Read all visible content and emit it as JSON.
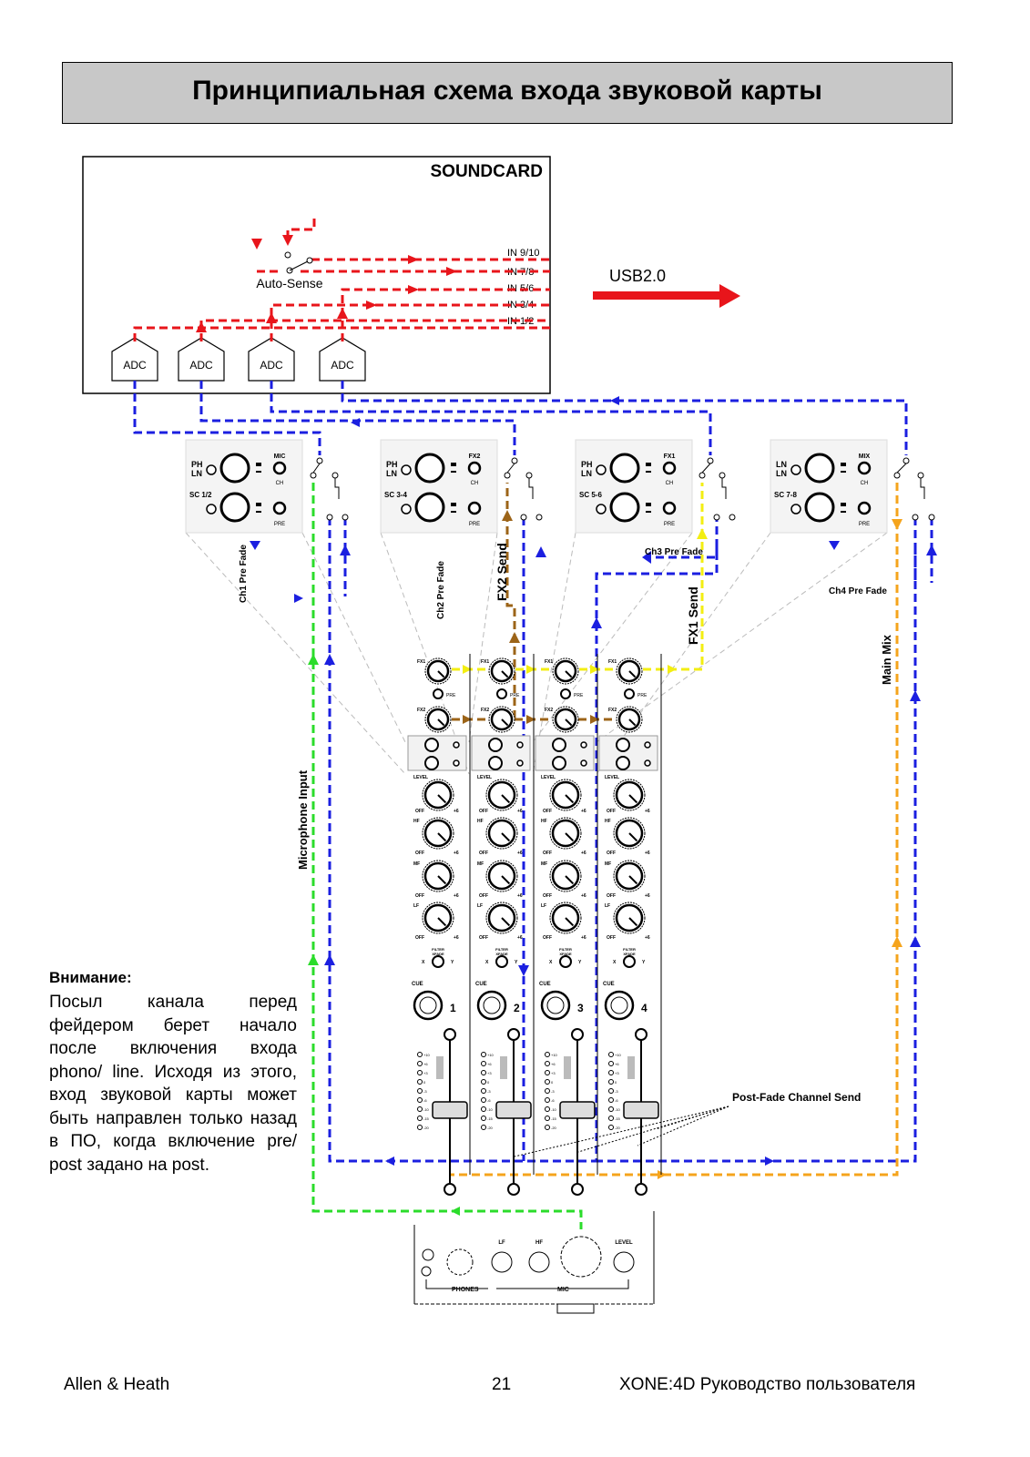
{
  "page_title": "Принципиальная схема входа звуковой карты",
  "soundcard": {
    "title": "SOUNDCARD",
    "inputs": [
      "IN 9/10",
      "IN 7/8",
      "IN 5/6",
      "IN 3/4",
      "IN 1/2"
    ],
    "auto_sense": "Auto-Sense",
    "adc_label": "ADC",
    "usb_label": "USB2.0"
  },
  "modules": [
    {
      "top1": "PH",
      "top2": "LN",
      "sc": "SC 1/2",
      "btn1_top": "MIC",
      "btn1_bot": "CH",
      "btn2_bot": "PRE"
    },
    {
      "top1": "PH",
      "top2": "LN",
      "sc": "SC 3-4",
      "btn1_top": "FX2",
      "btn1_bot": "CH",
      "btn2_bot": "PRE"
    },
    {
      "top1": "PH",
      "top2": "LN",
      "sc": "SC 5-6",
      "btn1_top": "FX1",
      "btn1_bot": "CH",
      "btn2_bot": "PRE"
    },
    {
      "top1": "LN",
      "top2": "LN",
      "sc": "SC 7-8",
      "btn1_top": "MIX",
      "btn1_bot": "CH",
      "btn2_bot": "PRE"
    }
  ],
  "signal_labels": {
    "ch1_pre_fade": "Ch1 Pre Fade",
    "ch2_pre_fade": "Ch2 Pre Fade",
    "fx2_send": "FX2 Send",
    "ch3_pre_fade": "Ch3 Pre Fade",
    "fx1_send": "FX1 Send",
    "ch4_pre_fade": "Ch4 Pre Fade",
    "main_mix": "Main Mix",
    "microphone_input": "Microphone Input",
    "post_fade_send": "Post-Fade Channel Send"
  },
  "strip": {
    "fx1": "FX1",
    "fx2": "FX2",
    "pre": "PRE",
    "level": "LEVEL",
    "hf": "HF",
    "mf": "MF",
    "lf": "LF",
    "off": "OFF",
    "plus6": "+6",
    "filter": "FILTER",
    "xfade": "XFADE",
    "x": "X",
    "y": "Y",
    "cue": "CUE",
    "meter_labels": [
      "+10",
      "+6",
      "+3",
      "0",
      "-3",
      "-6",
      "-10",
      "-15",
      "-20"
    ],
    "channels": [
      "1",
      "2",
      "3",
      "4"
    ]
  },
  "mic_panel": {
    "phones": "PHONES",
    "mic": "MIC",
    "lf": "LF",
    "hf": "HF",
    "level": "LEVEL"
  },
  "colors": {
    "red": "#e8151b",
    "blue": "#1b1fe0",
    "green": "#2bdc2b",
    "brown": "#9c6418",
    "yellow": "#f3ee12",
    "orange": "#f5a41c"
  },
  "note": {
    "heading": "Внимание:",
    "text": "Посыл канала перед фейдером берет начало после включения входа phono/ line. Исходя из этого, вход звуковой карты может быть направлен только назад в ПО, когда включение pre/ post задано на post."
  },
  "footer": {
    "left": "Allen & Heath",
    "center": "21",
    "right": "XONE:4D Руководство пользователя"
  }
}
